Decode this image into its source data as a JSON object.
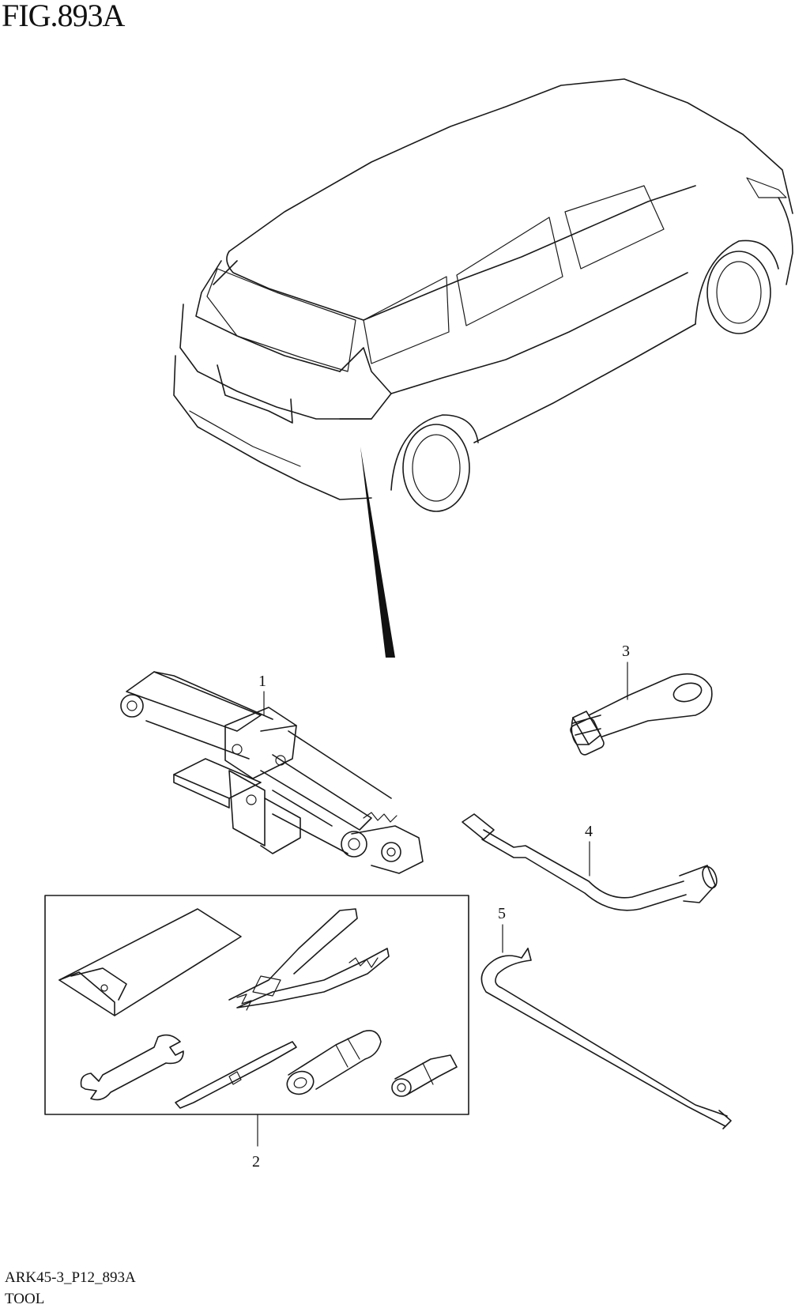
{
  "figure": {
    "title": "FIG.893A",
    "code": "ARK45-3_P12_893A",
    "name": "TOOL"
  },
  "callouts": [
    "1",
    "2",
    "3",
    "4",
    "5"
  ]
}
